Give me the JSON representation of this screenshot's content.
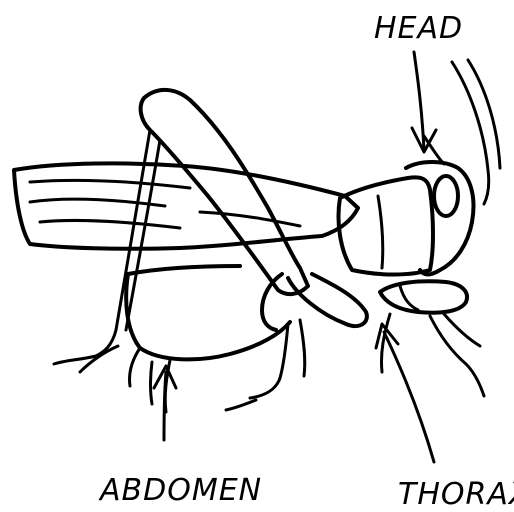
{
  "labels": {
    "head": "HEAD",
    "abdomen": "ABDOMEN",
    "thorax": "THORAX"
  },
  "colors": {
    "ink": "#000000",
    "background": "#ffffff"
  }
}
